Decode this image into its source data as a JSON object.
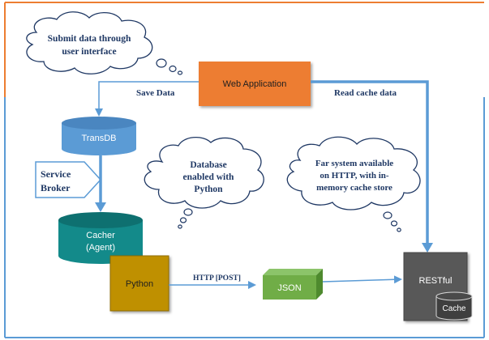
{
  "clouds": {
    "submit": [
      "Submit data through",
      "user interface"
    ],
    "database": [
      "Database",
      "enabled with",
      "Python"
    ],
    "far_system": [
      "Far system available",
      "on HTTP, with in-",
      "memory cache store"
    ]
  },
  "nodes": {
    "web_app": "Web Application",
    "transdb": "TransDB",
    "cacher": [
      "Cacher",
      "(Agent)"
    ],
    "python": "Python",
    "json": "JSON",
    "restful": "RESTful",
    "cache": "Cache"
  },
  "edges": {
    "save_data": "Save Data",
    "read_cache": "Read cache data",
    "service_broker": [
      "Service",
      "Broker"
    ],
    "http_post": "HTTP [POST]"
  },
  "colors": {
    "frame_orange": "#ED7D31",
    "frame_blue": "#5B9BD5",
    "web_app": "#ED7D31",
    "transdb": "#5B9BD5",
    "cacher": "#138A8A",
    "python": "#BF9000",
    "json": "#70AD47",
    "restful": "#595959",
    "text_dark": "#1F3864"
  }
}
